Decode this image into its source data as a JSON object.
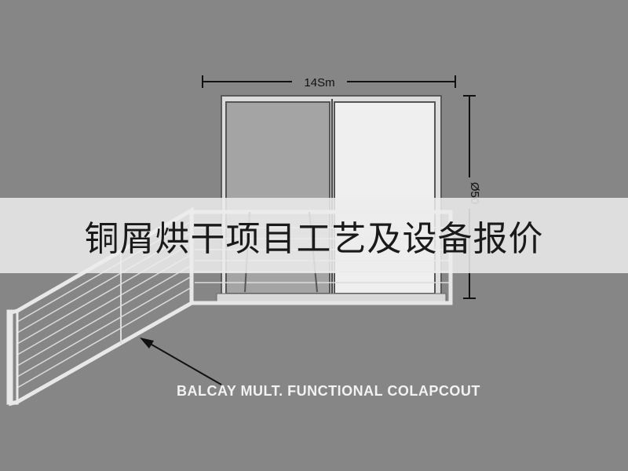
{
  "banner": {
    "title": "铜屑烘干项目工艺及设备报价"
  },
  "drawing": {
    "width_dimension_label": "14Sm",
    "height_dimension_label": "Ø50",
    "caption": "BALCAY MULT. FUNCTIONAL COLAPCOUT"
  },
  "colors": {
    "background": "#868686",
    "frame": "#e6e6e6",
    "dark_pane": "#a3a3a3",
    "light_pane": "#efefef",
    "dimension_line": "#111111"
  }
}
